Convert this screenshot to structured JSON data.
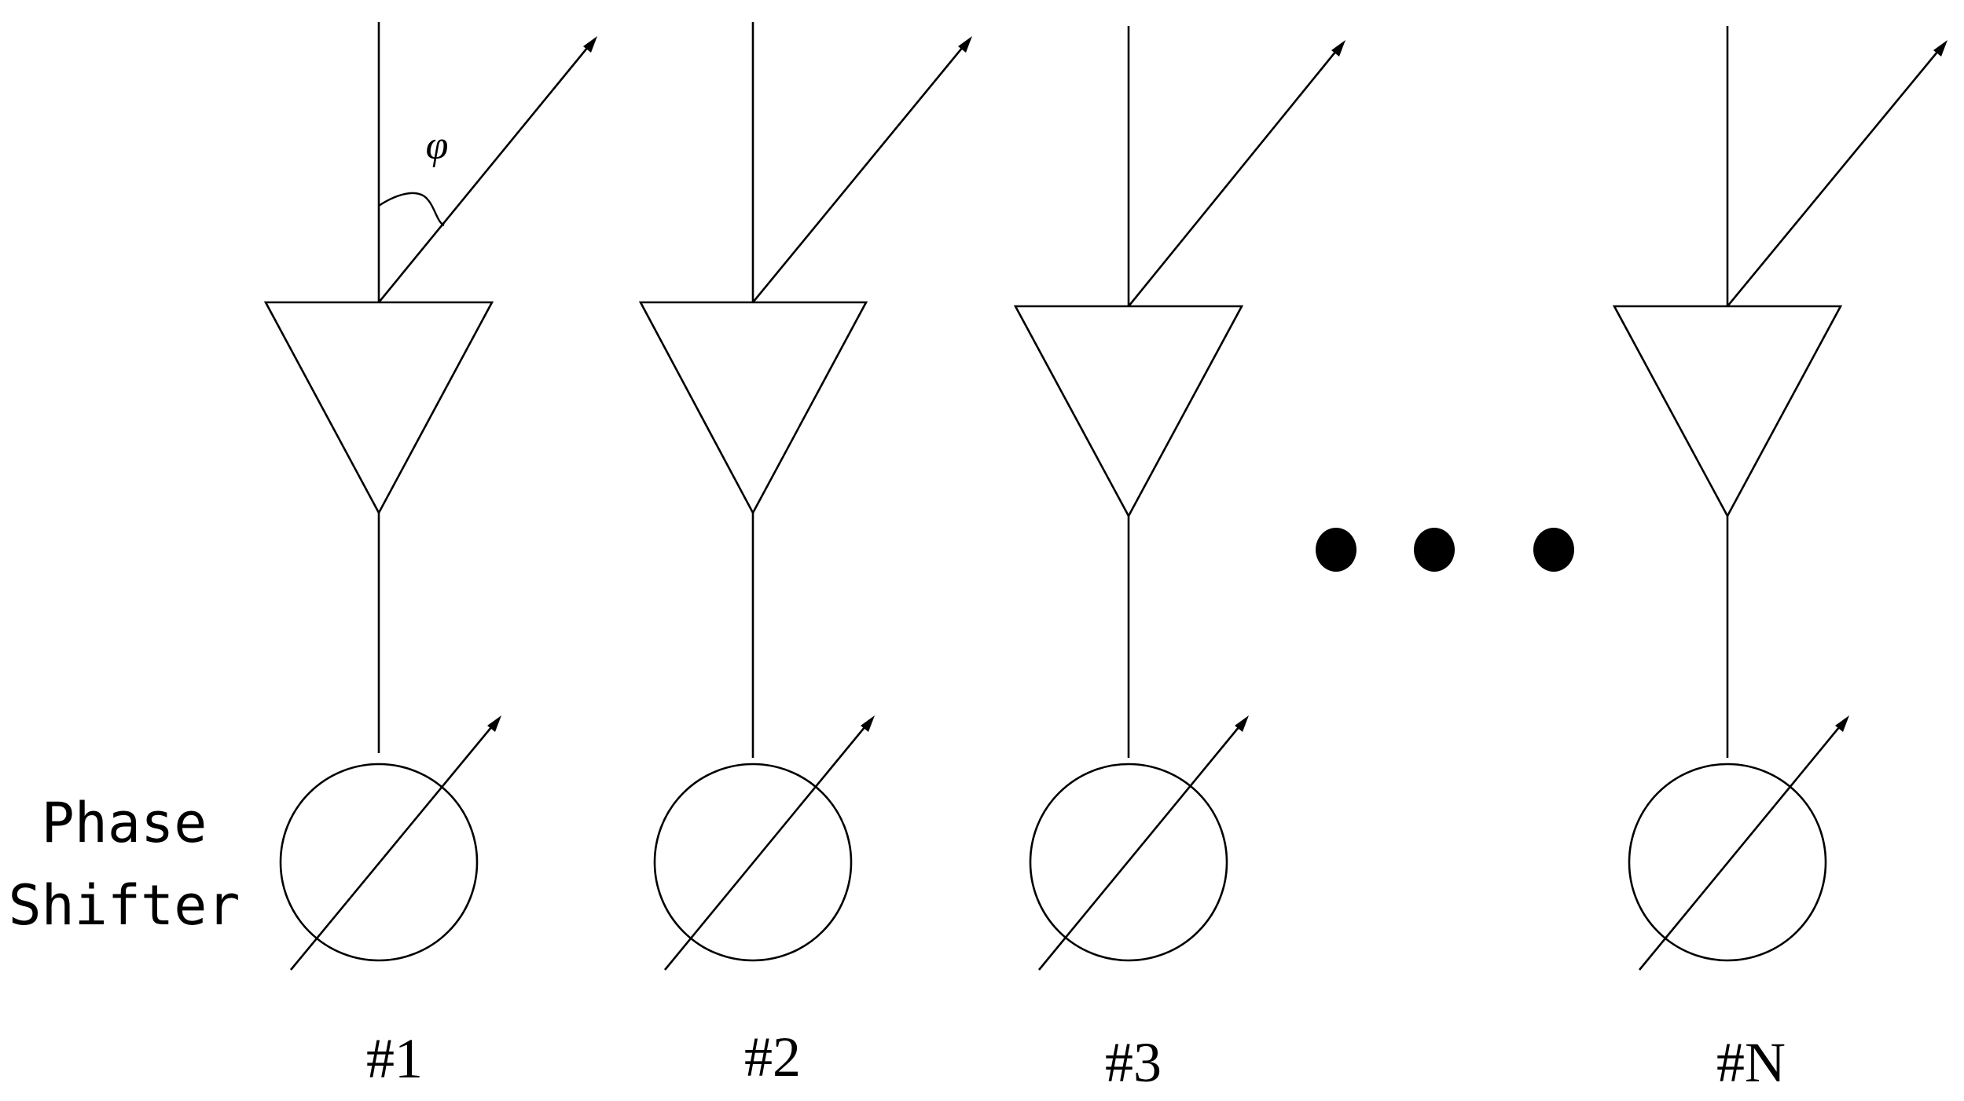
{
  "side_label": {
    "line1": "Phase",
    "line2": "Shifter"
  },
  "angle_symbol": "φ",
  "elements": [
    {
      "label": "#1"
    },
    {
      "label": "#2"
    },
    {
      "label": "#3"
    },
    {
      "label": "#N"
    }
  ],
  "ellipsis_dot_count": 3
}
